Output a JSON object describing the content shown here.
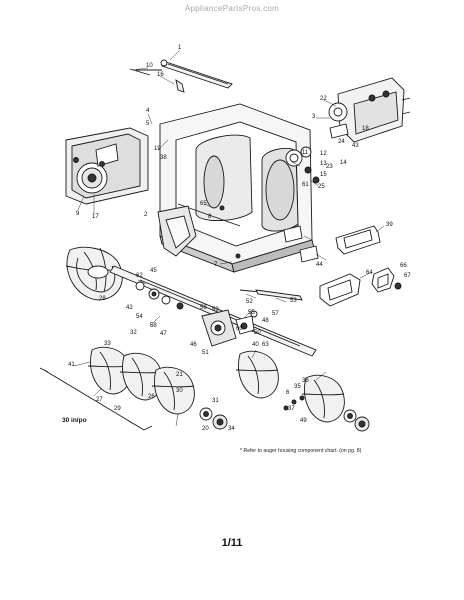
{
  "header": {
    "site": "AppliancePartsPros.com"
  },
  "reference_label": "30 in/po",
  "footnote": "* Refer to auger housing component chart. (on pg. 8)",
  "page_number": "1/11",
  "callouts": [
    "1",
    "10",
    "16",
    "22",
    "3",
    "24",
    "18",
    "43",
    "19",
    "38",
    "4",
    "5",
    "11",
    "12",
    "13",
    "14",
    "15",
    "9",
    "17",
    "65",
    "61",
    "25",
    "2",
    "23",
    "8",
    "7",
    "39",
    "44",
    "64",
    "66",
    "67",
    "62",
    "45",
    "28",
    "42",
    "54",
    "58",
    "47",
    "56",
    "59",
    "52",
    "53",
    "57",
    "55",
    "48",
    "50",
    "46",
    "51",
    "60",
    "41",
    "33",
    "32",
    "27",
    "29",
    "26",
    "31",
    "20",
    "34",
    "21",
    "30",
    "40",
    "63",
    "6",
    "35",
    "36",
    "37",
    "49"
  ]
}
